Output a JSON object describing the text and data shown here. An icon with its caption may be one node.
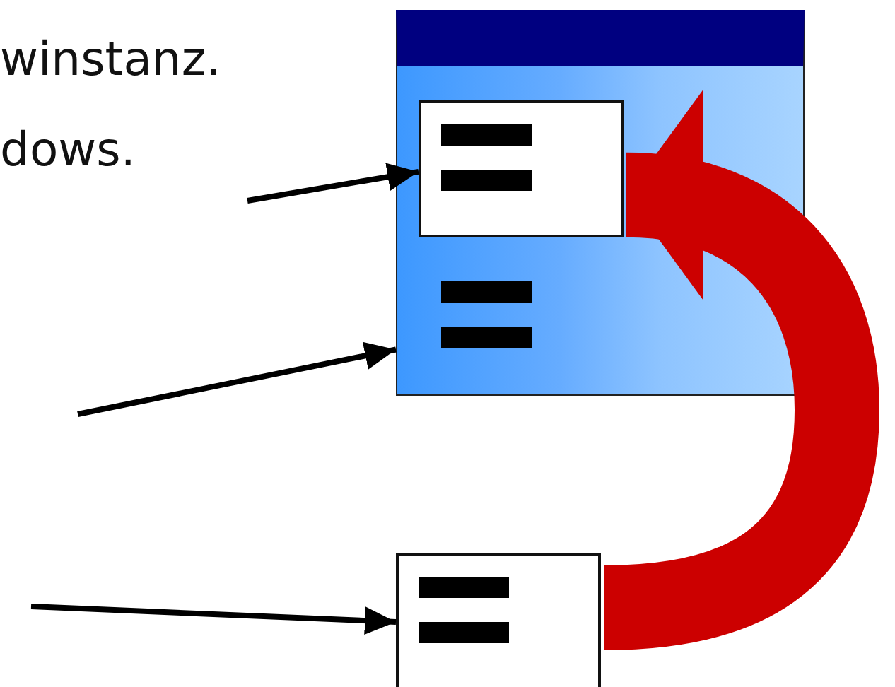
{
  "diagram": {
    "nodes": [
      {
        "text": [],
        "shape": "box"
      },
      {
        "text": [],
        "shape": "box",
        "in": 0
      },
      {
        "text": [],
        "shape": "box"
      }
    ],
    "edges": [
      {
        "from": null,
        "to": 1,
        "arrow": "to"
      },
      {
        "from": null,
        "to": 0,
        "arrow": "to"
      },
      {
        "from": null,
        "to": 2,
        "arrow": "to"
      },
      {
        "from": 2,
        "to": 1,
        "arrow": "to",
        "style": "thick",
        "color": "#cc0000"
      }
    ],
    "labels": [
      "winstanz.",
      "dows."
    ]
  }
}
